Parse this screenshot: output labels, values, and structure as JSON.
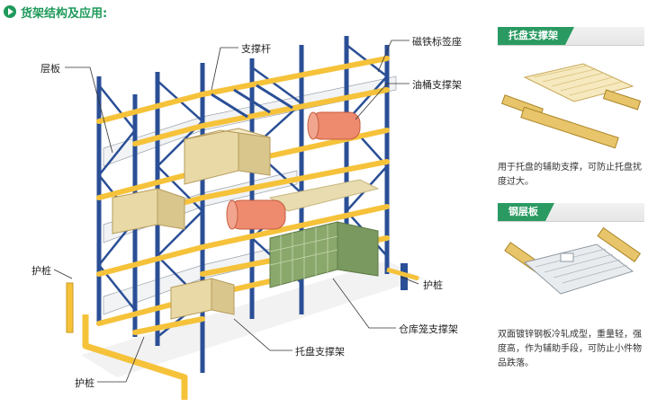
{
  "section": {
    "title": "货架结构及应用:"
  },
  "callouts": {
    "layer_board": "层板",
    "support_bar": "支撑杆",
    "magnet_label": "磁铁标签座",
    "drum_support": "油桶支撑架",
    "guard_left": "护桩",
    "guard_right": "护桩",
    "guard_bottom": "护桩",
    "cage_support": "仓库笼支撑架",
    "pallet_support": "托盘支撑架"
  },
  "panels": [
    {
      "title": "托盘支撑架",
      "description": "用于托盘的辅助支撑，可防止托盘扰度过大。"
    },
    {
      "title": "钢层板",
      "description": "双面镀锌钢板冷轧成型，重量轻，强度高，作为辅助手段，可防止小件物品跌落。"
    }
  ],
  "colors": {
    "accent": "#2a9a62",
    "upright": "#2a4f96",
    "beam": "#f5c23a",
    "drum": "#ee8a6e",
    "cage": "#8aa86b",
    "box": "#e9d9a6"
  }
}
